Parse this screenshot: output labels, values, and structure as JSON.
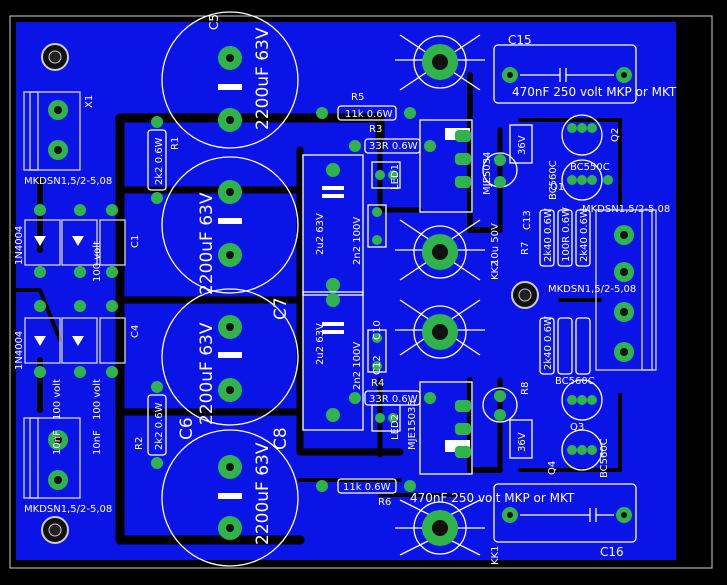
{
  "board": {
    "copper_color": "#0a14e6",
    "pad_color": "#2fb34a",
    "silk_color": "#ffffff",
    "background": "#000000"
  },
  "labels": {
    "c5": "C5",
    "c6": "C6",
    "c7": "C7",
    "c8": "C8",
    "c15": "C15",
    "c16": "C16",
    "cap_big_1": "2200uF 63V",
    "cap_big_2": "2200uF 63V",
    "cap_big_3": "2200uF 63V",
    "cap_big_4": "2200uF 63V",
    "mkp_top": "470nF 250 volt MKP or MKT",
    "mkp_bottom": "470nF 250 volt MKP or MKT",
    "x1": "X1",
    "mkdsn_top": "MKDSN1,5/2-5,08",
    "mkdsn_bottom": "MKDSN1,5/2-5,08",
    "mkdsn_right": "MKDSN1,5/2-5,08",
    "mkdsn_right2": "MKDSN1,5/2-5,08",
    "d1": "1N4004",
    "d2": "1N4004",
    "c1": "C1",
    "c4": "C4",
    "c100_1": "100 volt",
    "c100_2": "100 volt",
    "c100_3": "100 volt",
    "c10nf": "10nF",
    "c10nf2": "10nF",
    "r1": "R1",
    "r1v": "2k2 0.6W",
    "r2": "R2",
    "r2v": "2k2 0.6W",
    "r5": "R5",
    "r5v": "11k 0.6W",
    "r3": "R3",
    "r3v": "33R 0.6W",
    "r4": "R4",
    "r4v": "33R 0.6W",
    "r6": "R6",
    "r6v": "11k 0.6W",
    "c2u2_1": "2u2 63V",
    "c2u2_2": "2u2 63V",
    "c2n2_1": "2n2 100V",
    "c2n2_2": "2n2 100V",
    "c10": "C10",
    "c12": "C12",
    "led1": "LED1",
    "led2": "LED2",
    "mje5034": "MJE5034",
    "mje15035": "MJE15035",
    "k2": "KK2",
    "k1": "KK1",
    "z36a": "36V",
    "z36b": "36V",
    "c13": "C13",
    "c13v": "10u 50V",
    "q1": "Q1",
    "q2": "Q2",
    "q3": "Q3",
    "q4": "Q4",
    "bc560a": "BC560C",
    "bc560b": "BC560C",
    "bc550a": "BC550C",
    "bc550b": "BC560C",
    "r7": "R7",
    "r8": "R8",
    "r7v": "2k40 0.6W",
    "r8v": "2k40 0.6W",
    "r9v": "100R 0.6W",
    "r10v": "2k40 0.6W"
  }
}
